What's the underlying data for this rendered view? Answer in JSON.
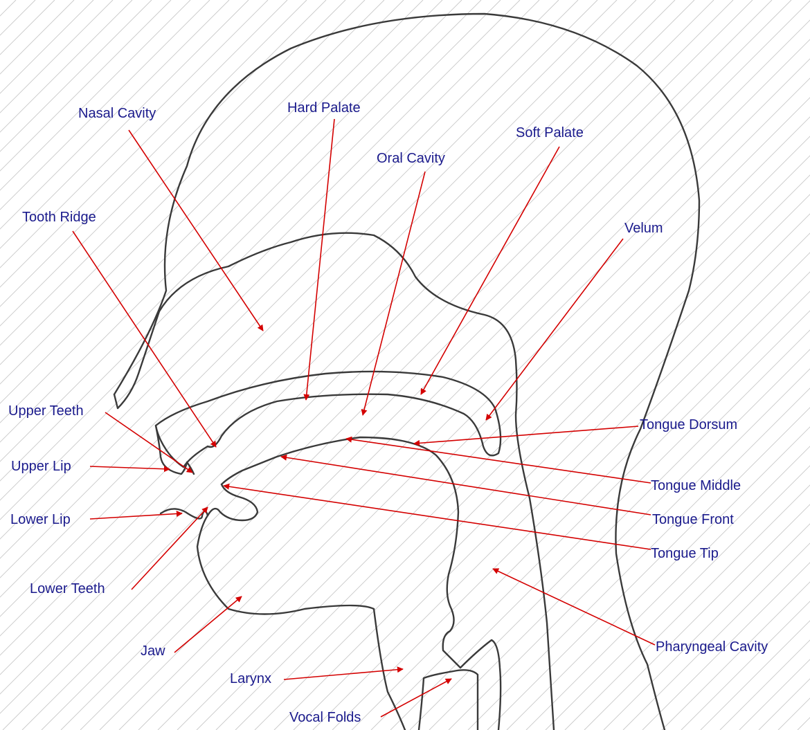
{
  "colors": {
    "label": "#1a1a8c",
    "arrow": "#d40000",
    "outline": "#3a3a3a",
    "hatch": "#c8c8c8"
  },
  "labels": {
    "nasal_cavity": "Nasal Cavity",
    "hard_palate": "Hard Palate",
    "soft_palate": "Soft Palate",
    "oral_cavity": "Oral Cavity",
    "tooth_ridge": "Tooth Ridge",
    "velum": "Velum",
    "upper_teeth": "Upper Teeth",
    "tongue_dorsum": "Tongue Dorsum",
    "upper_lip": "Upper Lip",
    "tongue_middle": "Tongue Middle",
    "lower_lip": "Lower Lip",
    "tongue_front": "Tongue Front",
    "tongue_tip": "Tongue Tip",
    "lower_teeth": "Lower Teeth",
    "jaw": "Jaw",
    "pharyngeal_cavity": "Pharyngeal Cavity",
    "larynx": "Larynx",
    "vocal_folds": "Vocal Folds"
  }
}
